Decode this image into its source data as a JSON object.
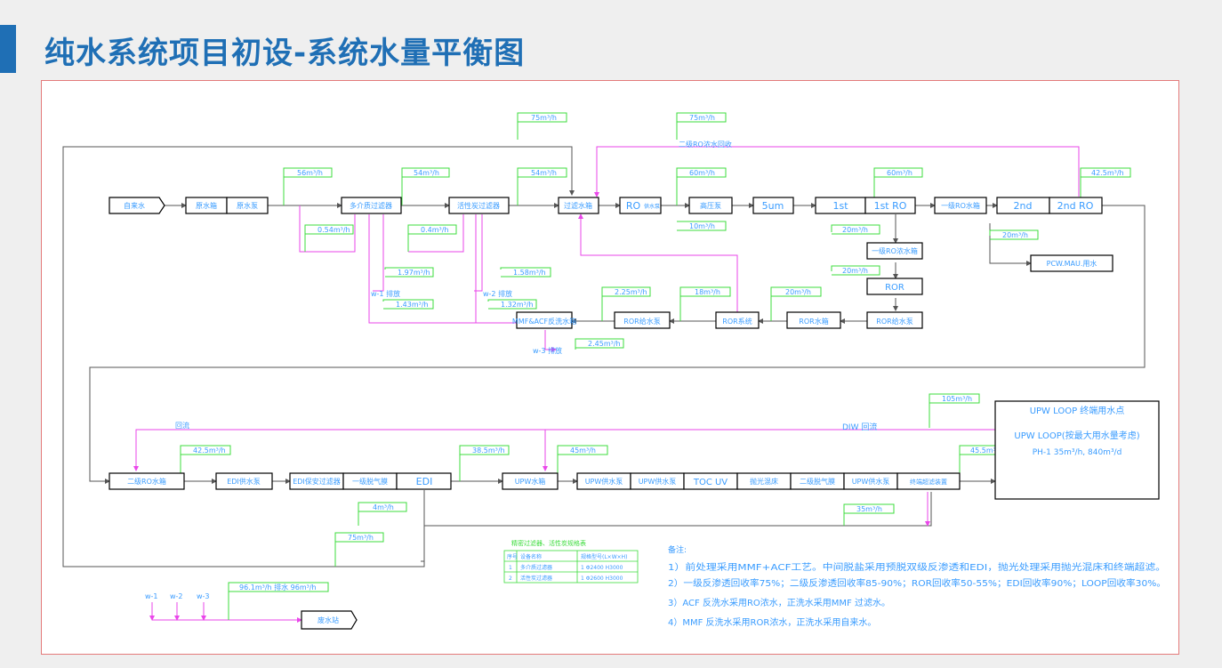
{
  "title": "纯水系统项目初设-系统水量平衡图",
  "colors": {
    "accent": "#1f6fb5",
    "flow": "#3cdc3c",
    "return": "#ea46ea",
    "text": "#3a9cff",
    "box": "#000000"
  },
  "row1": {
    "source": "自来水",
    "b1a": "原水箱",
    "b1b": "原水泵",
    "b2": "多介质过滤器",
    "b3": "活性炭过滤器",
    "b4": "过滤水箱",
    "b5a": "RO",
    "b5b": "供水泵",
    "b6": "高压泵",
    "b7": "5um",
    "b8a": "1st",
    "b8b": "1st RO",
    "b9": "一级RO水箱",
    "b10a": "2nd",
    "b10b": "2nd RO",
    "pcw": "PCW.MAU.用水",
    "f1": "56m³/h",
    "f2": "54m³/h",
    "f3": "54m³/h",
    "f4": "75m³/h",
    "f5": "75m³/h",
    "f6": "60m³/h",
    "f7": "60m³/h",
    "f8": "42.5m³/h",
    "f9": "0.54m³/h",
    "f10": "0.4m³/h",
    "f11": "10m³/h",
    "f12": "20m³/h",
    "f13": "20m³/h",
    "f14": "20m³/h",
    "f15": "1.97m³/h",
    "f16": "1.58m³/h",
    "f17": "1.43m³/h",
    "f18": "1.32m³/h",
    "f19": "2.25m³/h",
    "f20": "18m³/h",
    "f21": "20m³/h",
    "f22": "2.45m³/h",
    "w1": "w-1 排放",
    "w2": "w-2 排放",
    "w3": "w-3 排放",
    "ro_return": "二级RO浓水回收"
  },
  "row2": {
    "mmf": "MMF&ACF反洗水箱",
    "ror1": "ROR给水泵",
    "ror2": "ROR系统",
    "ror3": "ROR水箱",
    "ror4": "ROR",
    "ror5": "ROR给水泵",
    "ror6": "一级RO浓水箱"
  },
  "row3": {
    "c1": "二级RO水箱",
    "c2": "EDI供水泵",
    "c3": "EDI保安过滤器",
    "c4": "一级脱气膜",
    "c5": "EDI",
    "c6": "UPW水箱",
    "c7": "UPW供水泵",
    "c8": "UPW供水泵",
    "c9": "TOC UV",
    "c10": "抛光混床",
    "c11": "二级脱气膜",
    "c12": "UPW供水泵",
    "c13": "终端超滤装置",
    "loop_title": "UPW LOOP 终端用水点",
    "loop_line": "UPW LOOP(按最大用水量考虑)",
    "loop_value": "PH-1 35m³/h, 840m³/d",
    "dlw": "DIW 回流",
    "return_lbl": "回流",
    "f1": "42.5m³/h",
    "f2": "38.5m³/h",
    "f3": "45m³/h",
    "f4": "105m³/h",
    "f5": "45.5m³/h",
    "f6": "4m³/h",
    "f7": "35m³/h",
    "f8": "75m³/h",
    "waste": "96.1m³/h  排水 96m³/h",
    "drain": "废水站",
    "w1": "w-1",
    "w2": "w-2",
    "w3": "w-3"
  },
  "table": {
    "caption": "精密过滤器、活性炭规格表",
    "header": [
      "序号",
      "设备名称",
      "规格型号(L×W×H)"
    ],
    "rows": [
      [
        "1",
        "多介质过滤器",
        "1 Φ2400 H3000"
      ],
      [
        "2",
        "活性炭过滤器",
        "1 Φ2600 H3000"
      ]
    ]
  },
  "notes": {
    "title": "备注:",
    "n1": "1）前处理采用MMF+ACF工艺。中间脱盐采用预脱双级反渗透和EDI，抛光处理采用抛光混床和终端超滤。",
    "n2": "2）一级反渗透回收率75%；二级反渗透回收率85-90%；ROR回收率50-55%；EDI回收率90%；LOOP回收率30%。",
    "n3": "3）ACF 反洗水采用RO浓水，正洗水采用MMF 过滤水。",
    "n4": "4）MMF 反洗水采用ROR浓水，正洗水采用自来水。"
  }
}
